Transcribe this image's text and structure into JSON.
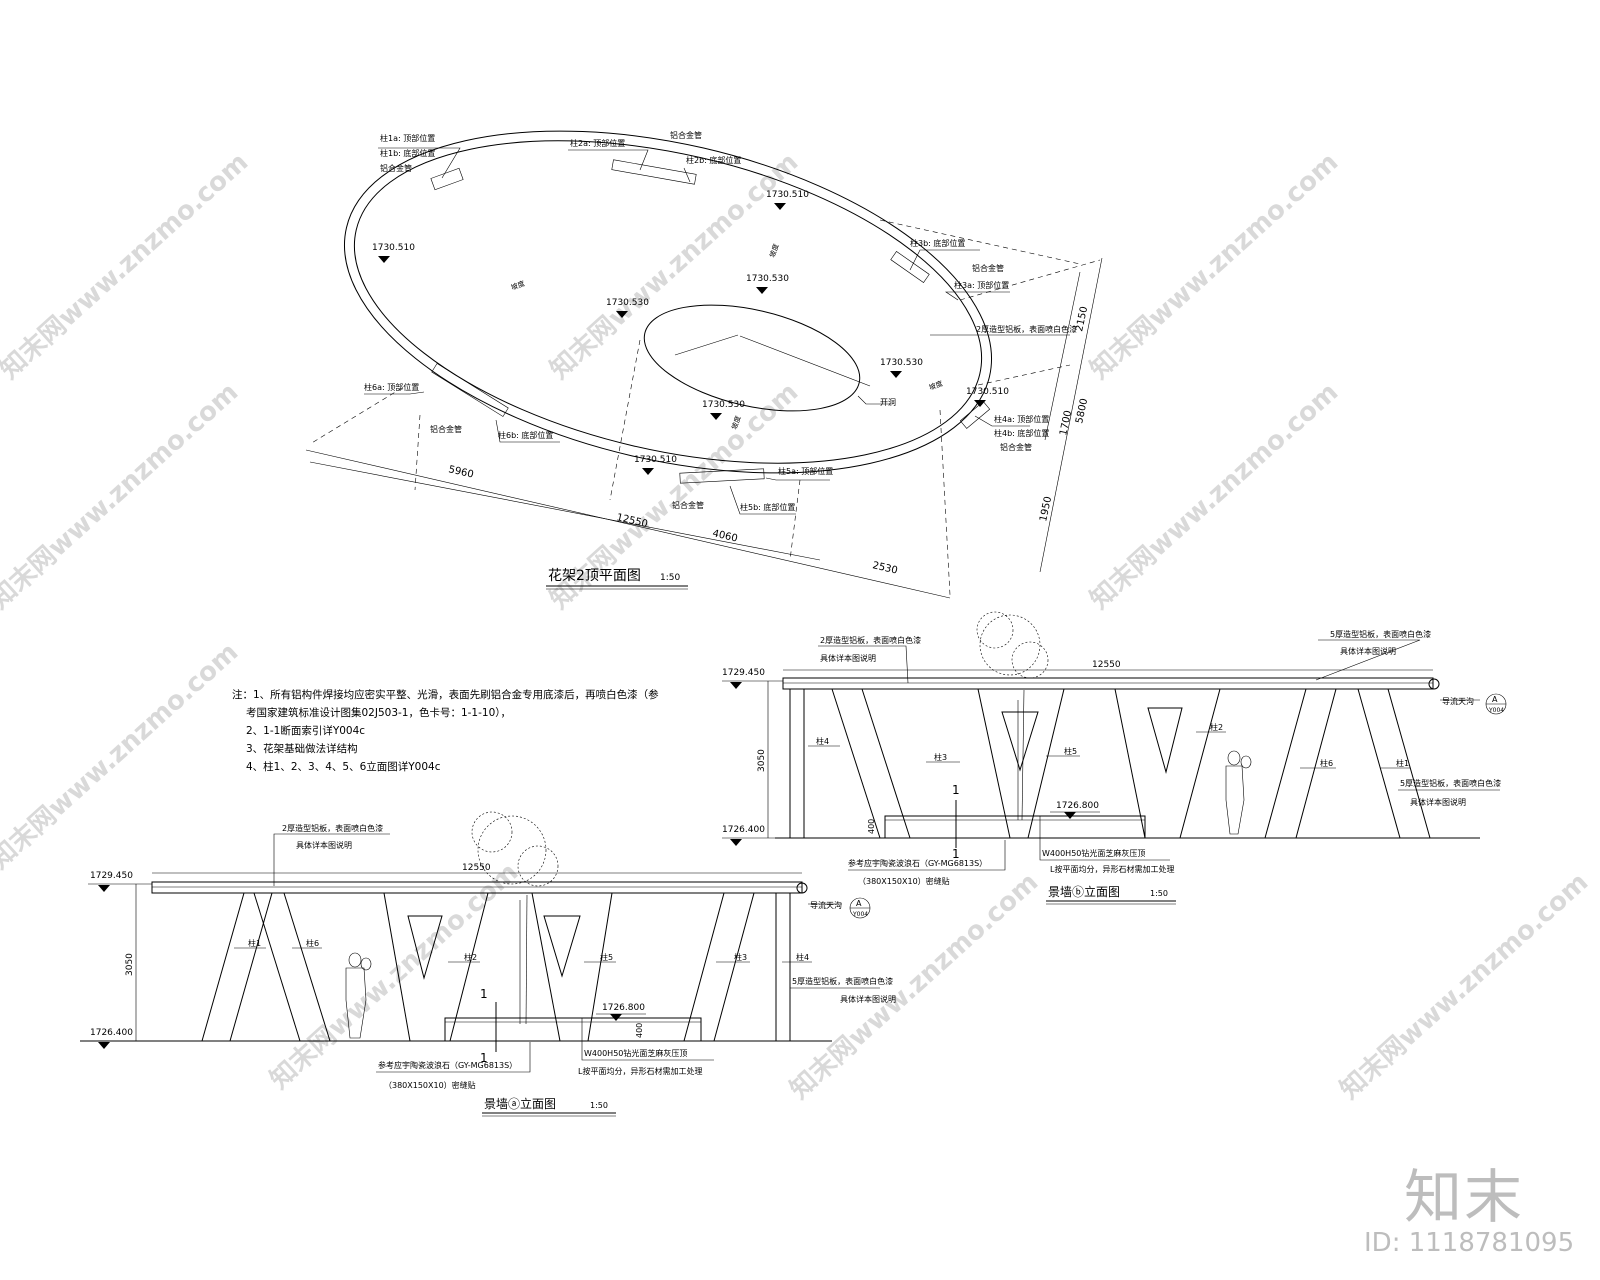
{
  "plan": {
    "title": "花架2顶平面图",
    "scale": "1:50",
    "elevations": [
      "1730.510",
      "1730.510",
      "1730.530",
      "1730.530",
      "1730.530",
      "1730.530",
      "1730.510",
      "1730.510"
    ],
    "column_labels": [
      "柱1a: 顶部位置",
      "柱1b: 底部位置",
      "铝合金管",
      "柱2a: 顶部位置",
      "铝合金管",
      "柱2b: 底部位置",
      "柱3b: 底部位置",
      "铝合金管",
      "柱3a: 顶部位置",
      "柱6a: 顶部位置",
      "铝合金管",
      "柱6b: 底部位置",
      "柱4a: 顶部位置",
      "柱4b: 底部位置",
      "铝合金管",
      "柱5a: 顶部位置",
      "铝合金管",
      "柱5b: 底部位置"
    ],
    "callouts": [
      "2厚造型铝板，表面喷白色漆",
      "开洞",
      "坡度",
      "坡度",
      "坡度",
      "坡度"
    ],
    "dims": [
      "5960",
      "12550",
      "4060",
      "2530",
      "2150",
      "5800",
      "1700",
      "1950"
    ]
  },
  "notes": [
    "注：1、所有铝构件焊接均应密实平整、光滑，表面先刷铝合金专用底漆后，再喷白色漆（参",
    "考国家建筑标准设计图集02J503-1，色卡号：1-1-10），",
    "2、1-1断面索引详Y004c",
    "3、花架基础做法详结构",
    "4、柱1、2、3、4、5、6立面图详Y004c"
  ],
  "elevA": {
    "title": "景墙ⓐ立面图",
    "scale": "1:50",
    "top_level": "1729.450",
    "bottom_level": "1726.400",
    "top_note": [
      "2厚造型铝板，表面喷白色漆",
      "具体详本图说明"
    ],
    "span": "12550",
    "height": "3050",
    "drain": "导流天沟",
    "index_mark": "A",
    "index_sheet": "Y004",
    "columns": [
      "柱1",
      "柱6",
      "柱2",
      "柱5",
      "柱3",
      "柱4"
    ],
    "right_note": [
      "5厚造型铝板，表面喷白色漆",
      "具体详本图说明"
    ],
    "section_mark": "1",
    "planter_level": "1726.800",
    "planter_h": "400",
    "stone_note": [
      "参考应宇陶瓷波浪石（GY-MG6813S）",
      "（380X150X10）密缝贴"
    ],
    "coping_note": [
      "W400H50钻光面芝麻灰压顶",
      "L按平面均分，异形石材需加工处理"
    ]
  },
  "elevB": {
    "title": "景墙ⓑ立面图",
    "scale": "1:50",
    "top_level": "1729.450",
    "bottom_level": "1726.400",
    "top_note": [
      "2厚造型铝板，表面喷白色漆",
      "具体详本图说明"
    ],
    "top_note_right": [
      "5厚造型铝板，表面喷白色漆",
      "具体详本图说明"
    ],
    "span": "12550",
    "height": "3050",
    "drain": "导流天沟",
    "index_mark": "A",
    "index_sheet": "Y004",
    "columns": [
      "柱4",
      "柱3",
      "柱5",
      "柱2",
      "柱6",
      "柱1"
    ],
    "right_note": [
      "5厚造型铝板，表面喷白色漆",
      "具体详本图说明"
    ],
    "section_mark": "1",
    "planter_level": "1726.800",
    "planter_h": "400",
    "stone_note": [
      "参考应宇陶瓷波浪石（GY-MG6813S）",
      "（380X150X10）密缝贴"
    ],
    "coping_note": [
      "W400H50钻光面芝麻灰压顶",
      "L按平面均分，异形石材需加工处理"
    ]
  },
  "watermark": {
    "text": "知末网www.znzmo.com"
  },
  "brand": {
    "text": "知末",
    "id": "ID: 1118781095"
  }
}
